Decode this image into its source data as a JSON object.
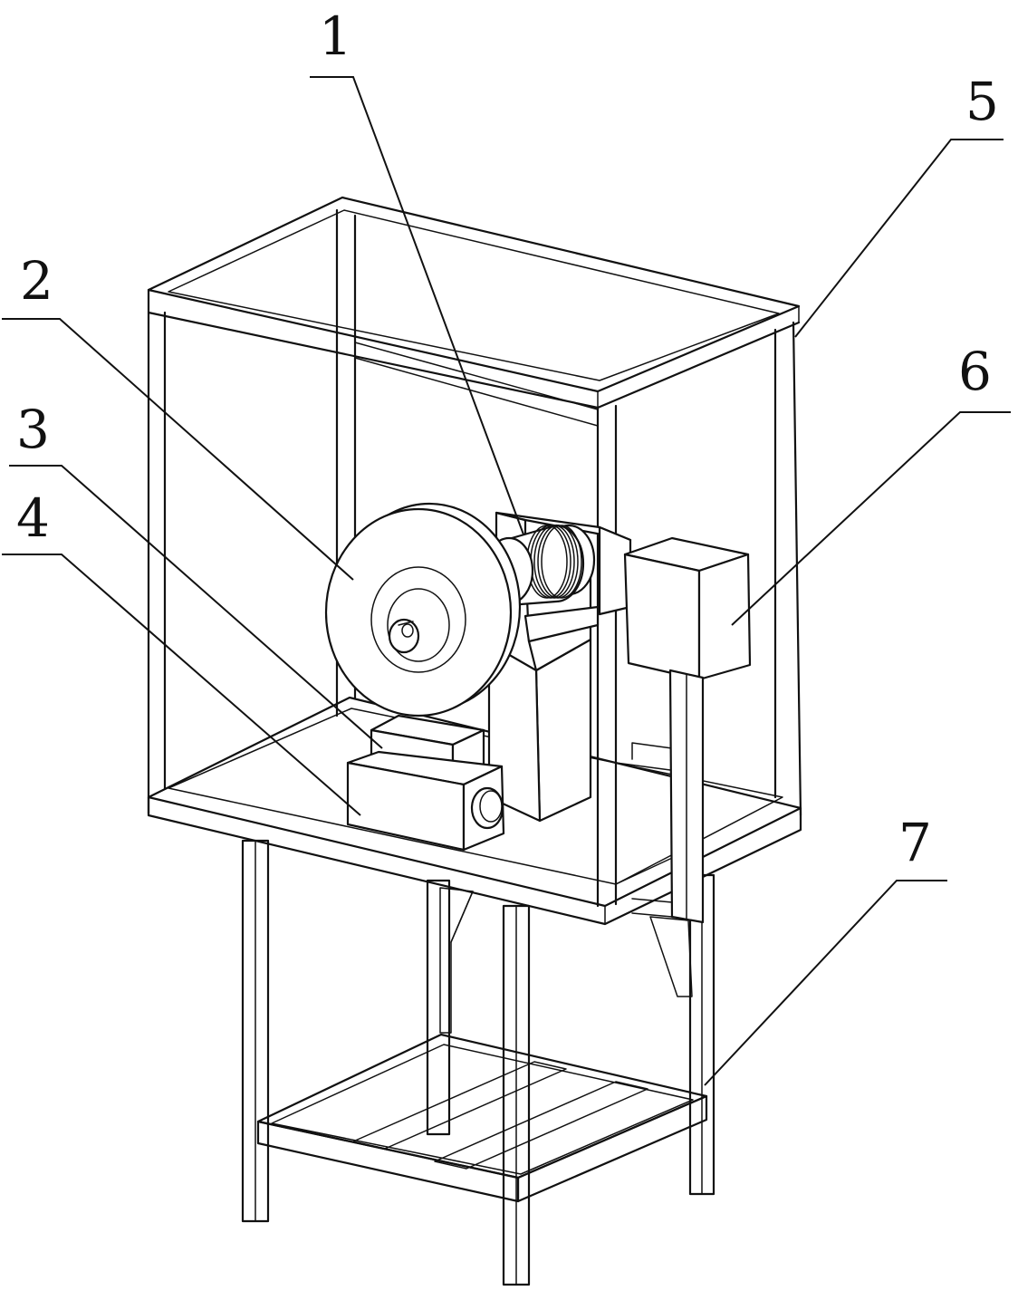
{
  "diagram": {
    "callouts": [
      {
        "id": "c1",
        "label": "1"
      },
      {
        "id": "c2",
        "label": "2"
      },
      {
        "id": "c3",
        "label": "3"
      },
      {
        "id": "c4",
        "label": "4"
      },
      {
        "id": "c5",
        "label": "5"
      },
      {
        "id": "c6",
        "label": "6"
      },
      {
        "id": "c7",
        "label": "7"
      }
    ],
    "colors": {
      "line": "#111111",
      "background": "#ffffff"
    }
  }
}
